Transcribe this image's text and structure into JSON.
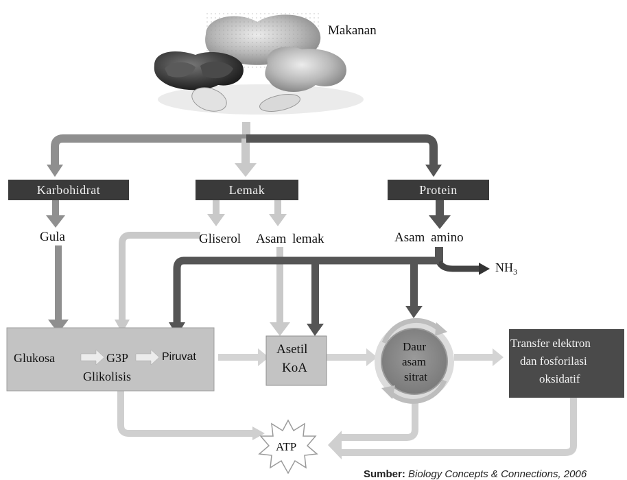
{
  "food": {
    "label": "Makanan"
  },
  "categories": {
    "carbohydrate": "Karbohidrat",
    "fat": "Lemak",
    "protein": "Protein"
  },
  "intermediates": {
    "sugar": "Gula",
    "glycerol": "Gliserol",
    "fatty_acid": "Asam lemak",
    "amino_acid": "Asam amino",
    "ammonia_main": "NH",
    "ammonia_sub": "3"
  },
  "glycolysis": {
    "glucose": "Glukosa",
    "g3p": "G3P",
    "pyruvate": "Piruvat",
    "title": "Glikolisis"
  },
  "acetyl_coa": {
    "line1": "Asetil",
    "line2": "KoA"
  },
  "citric_cycle": {
    "line1": "Daur",
    "line2": "asam",
    "line3": "sitrat"
  },
  "electron_transfer": {
    "line1": "Transfer elektron",
    "line2": "dan fosforilasi",
    "line3": "oksidatif"
  },
  "atp": {
    "label": "ATP"
  },
  "caption": {
    "prefix": "Sumber:",
    "source": "Biology Concepts & Connections, 2006"
  },
  "colors": {
    "carb_arrow": "#8f8f8f",
    "fat_arrow": "#c9c9c9",
    "protein_arrow": "#555555",
    "box_fill": "#c3c3c3",
    "header_fill": "#3a3a3a",
    "cycle_fill": "#8d8d8d",
    "etc_fill": "#4a4a4a"
  }
}
